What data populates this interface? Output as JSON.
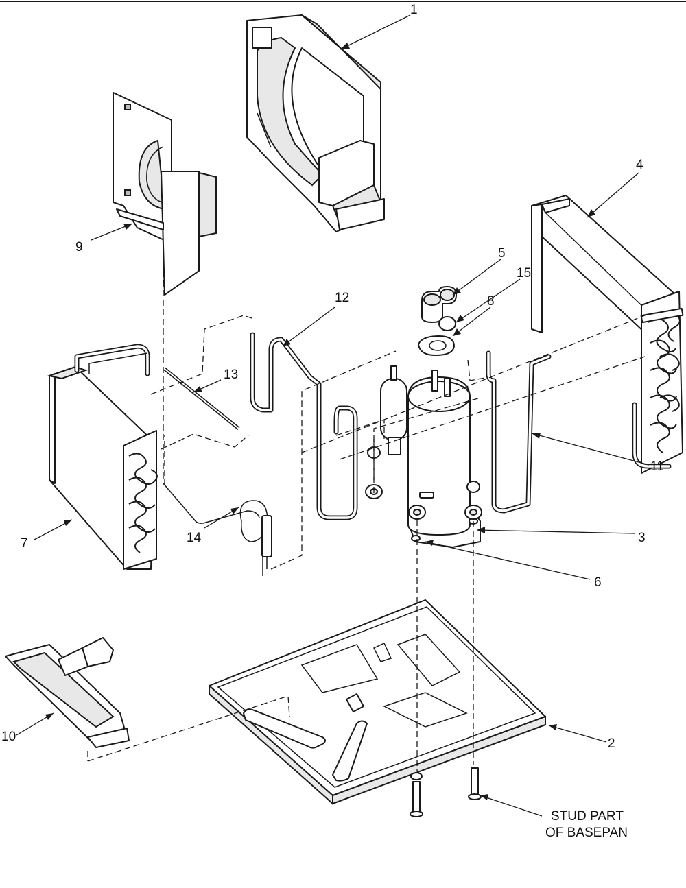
{
  "callouts": [
    {
      "id": "c1",
      "text": "1"
    },
    {
      "id": "c2",
      "text": "2"
    },
    {
      "id": "c3",
      "text": "3"
    },
    {
      "id": "c4",
      "text": "4"
    },
    {
      "id": "c5",
      "text": "5"
    },
    {
      "id": "c6",
      "text": "6"
    },
    {
      "id": "c7",
      "text": "7"
    },
    {
      "id": "c8",
      "text": "8"
    },
    {
      "id": "c9",
      "text": "9"
    },
    {
      "id": "c10",
      "text": "10"
    },
    {
      "id": "c11",
      "text": "11"
    },
    {
      "id": "c12",
      "text": "12"
    },
    {
      "id": "c13",
      "text": "13"
    },
    {
      "id": "c14",
      "text": "14"
    },
    {
      "id": "c15",
      "text": "15"
    }
  ],
  "note": {
    "line1": "STUD PART",
    "line2": "OF BASEPAN"
  }
}
